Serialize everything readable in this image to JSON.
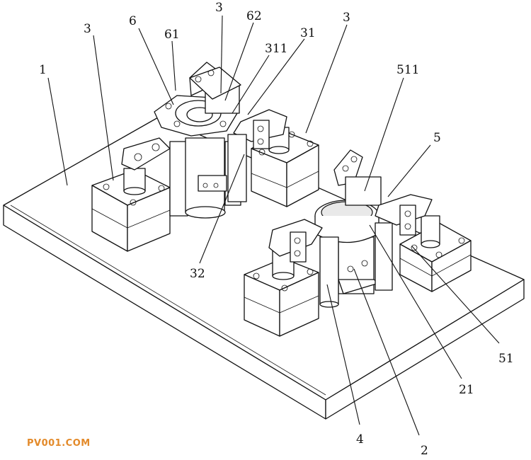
{
  "labels": {
    "l1": "1",
    "l2": "2",
    "l3a": "3",
    "l3b": "3",
    "l3c": "3",
    "l4": "4",
    "l5": "5",
    "l6": "6",
    "l21": "21",
    "l31": "31",
    "l32": "32",
    "l51": "51",
    "l61": "61",
    "l62": "62",
    "l311": "311",
    "l511": "511"
  },
  "watermark": "PV001.COM",
  "colors": {
    "line": "#111111",
    "watermark": "#e38a2a",
    "background": "#ffffff"
  }
}
